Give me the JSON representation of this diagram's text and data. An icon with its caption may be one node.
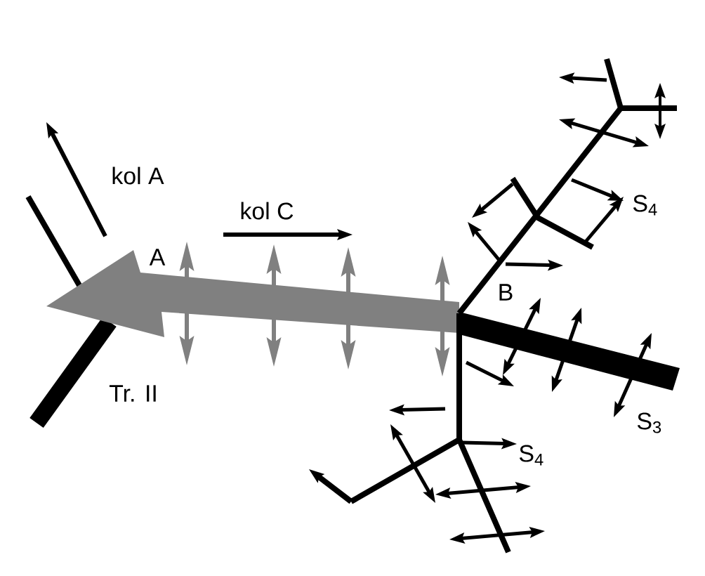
{
  "diagram": {
    "labels": [
      "kol A",
      "kol C",
      "S$_{4}$",
      "A",
      "B",
      "Tr. II",
      "S$_{3}$",
      "S$_{4}$"
    ]
  }
}
